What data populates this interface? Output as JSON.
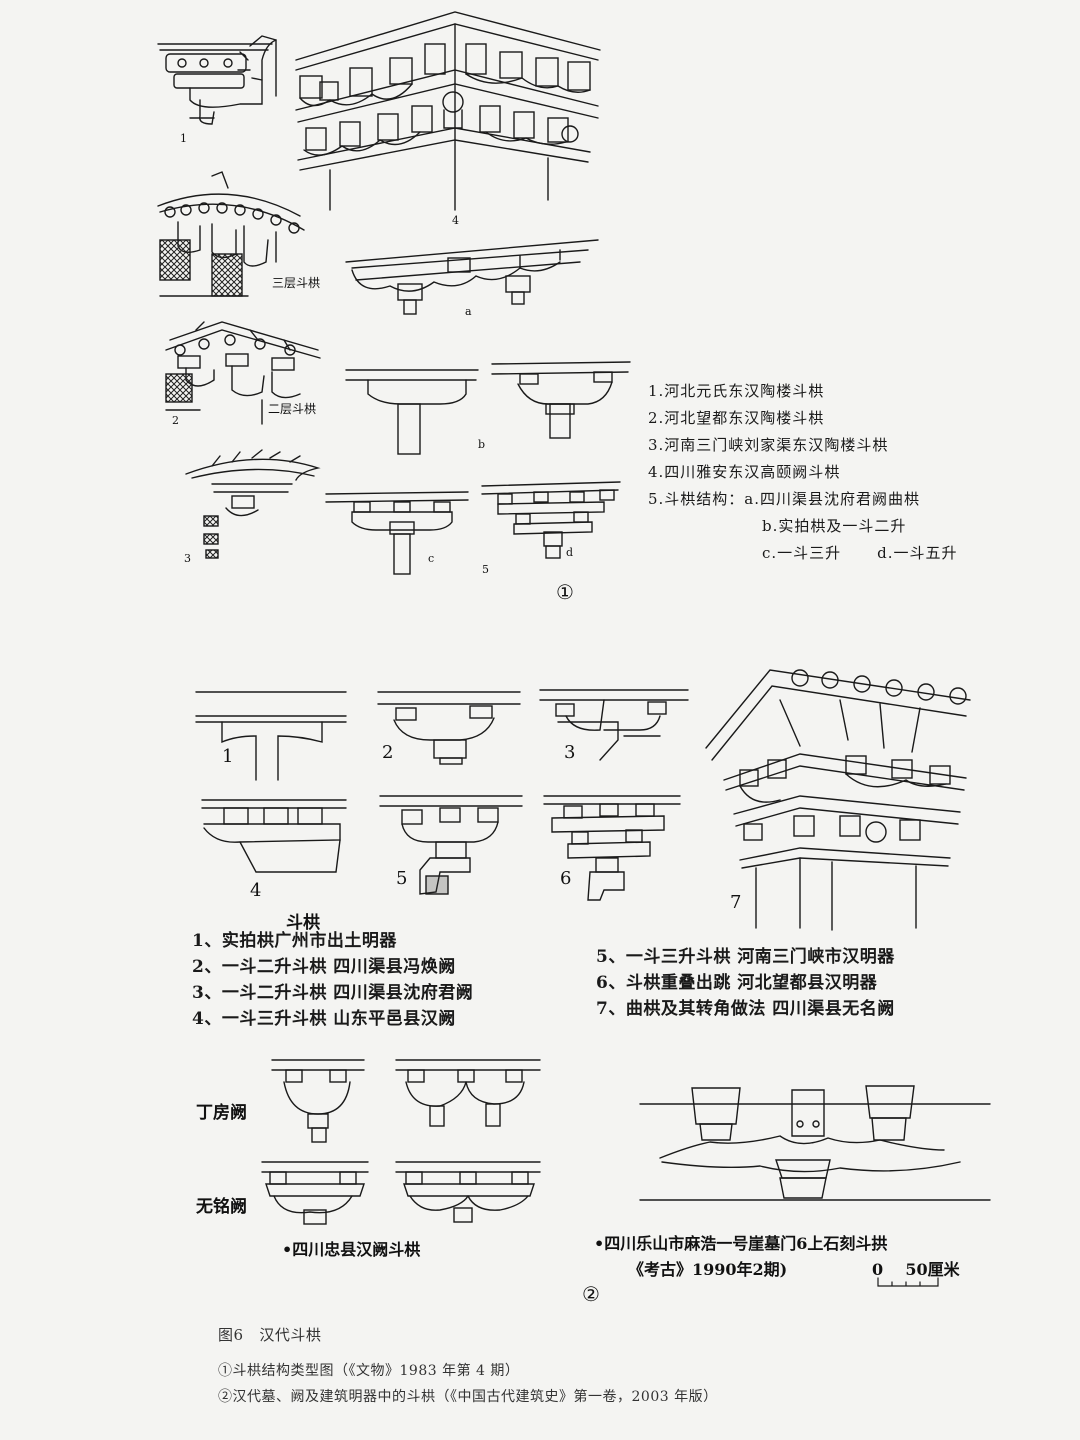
{
  "panel1": {
    "fig_nums": [
      "1",
      "2",
      "3",
      "4",
      "5"
    ],
    "sub_letters": [
      "a",
      "b",
      "c",
      "d"
    ],
    "tag_three_tier": "三层斗栱",
    "tag_two_tier": "二层斗栱",
    "legend": [
      "1.河北元氏东汉陶楼斗栱",
      "2.河北望都东汉陶楼斗栱",
      "3.河南三门峡刘家渠东汉陶楼斗栱",
      "4.四川雅安东汉高颐阙斗栱",
      "5.斗栱结构：a.四川渠县沈府君阙曲栱",
      "b.实拍栱及一斗二升",
      "c.一斗三升",
      "d.一斗五升"
    ],
    "marker": "①"
  },
  "panel2": {
    "fig_nums": [
      "1",
      "2",
      "3",
      "4",
      "5",
      "6",
      "7"
    ],
    "title": "斗栱",
    "legend_left": [
      "1、实拍栱广州市出土明器",
      "2、一斗二升斗栱  四川渠县冯焕阙",
      "3、一斗二升斗栱  四川渠县沈府君阙",
      "4、一斗三升斗栱  山东平邑县汉阙"
    ],
    "legend_right": [
      "5、一斗三升斗栱   河南三门峡市汉明器",
      "6、斗栱重叠出跳    河北望都县汉明器",
      "7、曲栱及其转角做法  四川渠县无名阙"
    ],
    "label_dingfang": "丁房阙",
    "label_wuming": "无铭阙",
    "caption_zhongxian": "•四川忠县汉阙斗栱",
    "caption_leshan": "•四川乐山市麻浩一号崖墓门6上石刻斗拱",
    "source_leshan": "《考古》1990年2期)",
    "scale_text": "0    50厘米",
    "marker": "②"
  },
  "caption": {
    "title": "图6   汉代斗栱",
    "line1": "①斗栱结构类型图（《文物》1983 年第 4 期）",
    "line2": "②汉代墓、阙及建筑明器中的斗栱（《中国古代建筑史》第一卷，2003 年版）"
  }
}
